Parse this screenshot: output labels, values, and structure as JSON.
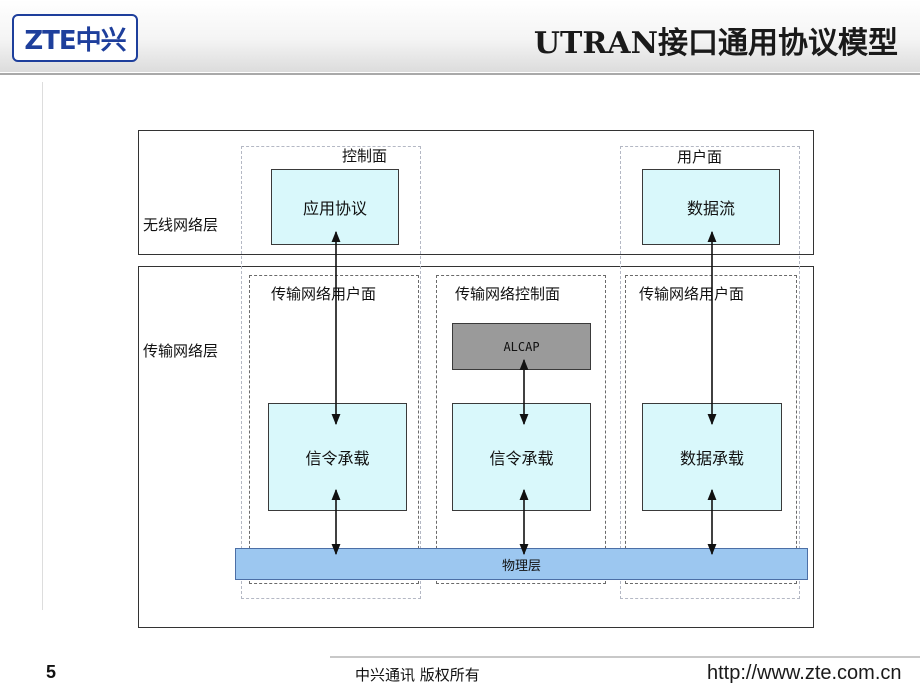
{
  "header": {
    "logo_text": "ZTE中兴",
    "title": "UTRAN接口通用协议模型"
  },
  "diagram": {
    "radio_layer_label": "无线网络层",
    "transport_layer_label": "传输网络层",
    "control_plane_label": "控制面",
    "user_plane_label": "用户面",
    "app_protocol": "应用协议",
    "data_stream": "数据流",
    "transport_user_plane_left": "传输网络用户面",
    "transport_control_plane": "传输网络控制面",
    "transport_user_plane_right": "传输网络用户面",
    "alcap": "ALCAP",
    "signaling_bearer_left": "信令承载",
    "signaling_bearer_mid": "信令承载",
    "data_bearer": "数据承载",
    "physical_layer": "物理层"
  },
  "footer": {
    "page_number": "5",
    "copyright": "中兴通讯 版权所有",
    "url": "http://www.zte.com.cn"
  },
  "colors": {
    "box_fill": "#d9f8fb",
    "alcap_fill": "#9a9a9a",
    "physical_fill": "#9cc7f0",
    "logo_blue": "#1e3f9c"
  }
}
